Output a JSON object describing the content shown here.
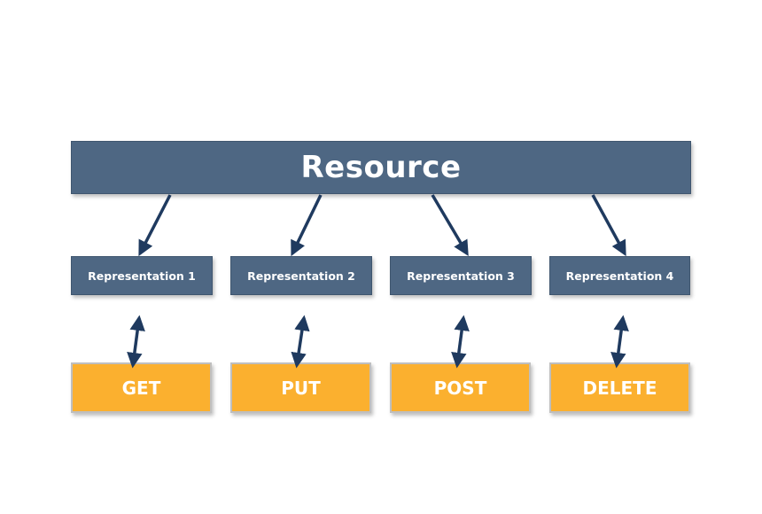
{
  "resource": {
    "label": "Resource"
  },
  "representations": [
    {
      "label": "Representation 1"
    },
    {
      "label": "Representation 2"
    },
    {
      "label": "Representation 3"
    },
    {
      "label": "Representation 4"
    }
  ],
  "methods": [
    {
      "label": "GET"
    },
    {
      "label": "PUT"
    },
    {
      "label": "POST"
    },
    {
      "label": "DELETE"
    }
  ],
  "colors": {
    "box_fill": "#4e6783",
    "method_fill": "#fbb02f",
    "arrow": "#1f3a5f"
  }
}
